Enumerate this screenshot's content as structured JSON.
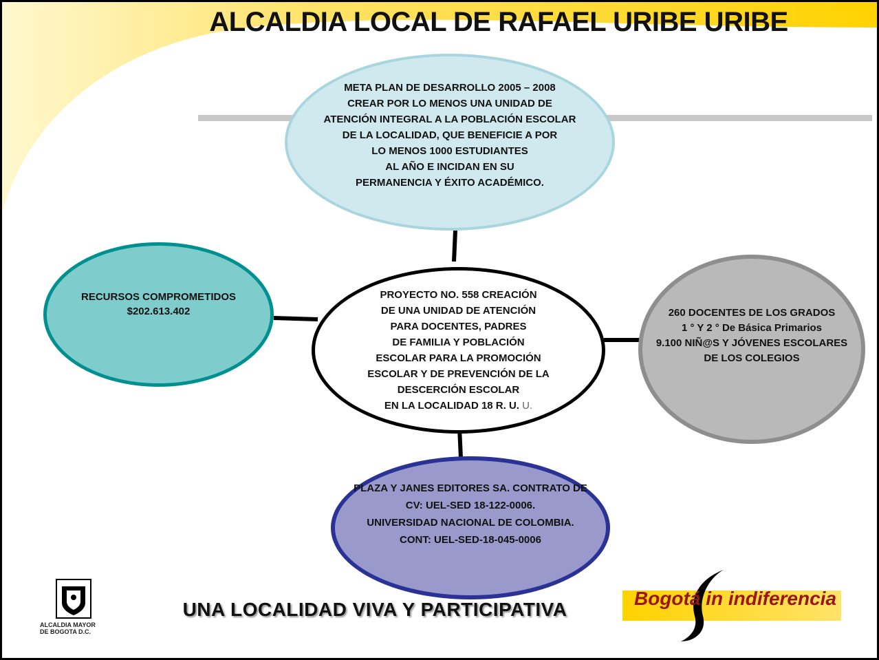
{
  "header": {
    "title": "ALCALDIA LOCAL DE RAFAEL URIBE URIBE"
  },
  "diagram": {
    "meta_node": "META PLAN DE DESARROLLO 2005 – 2008\nCREAR POR LO MENOS UNA UNIDAD DE\nATENCIÓN INTEGRAL A LA POBLACIÓN ESCOLAR\nDE LA LOCALIDAD, QUE BENEFICIE A POR\nLO MENOS  1000 ESTUDIANTES\nAL AÑO E INCIDAN EN SU\nPERMANENCIA Y ÉXITO ACADÉMICO.",
    "center_node": "PROYECTO NO. 558 CREACIÓN\nDE UNA UNIDAD DE ATENCIÓN\nPARA DOCENTES, PADRES\nDE FAMILIA Y POBLACIÓN\nESCOLAR  PARA LA PROMOCIÓN\nESCOLAR Y DE PREVENCIÓN  DE LA\nDESCERCIÓN ESCOLAR\nEN LA LOCALIDAD 18 R. U.",
    "center_node_tail": " U.",
    "recursos_node": "RECURSOS COMPROMETIDOS\n$202.613.402",
    "docentes_node": "260  DOCENTES DE LOS GRADOS\n1 ° Y 2 ° De Básica Primarios\n9.100 NIÑ@S Y  JÓVENES ESCOLARES\nDE LOS COLEGIOS",
    "plaza_node": "PLAZA Y JANES EDITORES SA. CONTRATO DE\nCV: UEL-SED 18-122-0006.\nUNIVERSIDAD NACIONAL DE COLOMBIA.\nCONT: UEL-SED-18-045-0006"
  },
  "footer": {
    "slogan": "UNA LOCALIDAD VIVA Y PARTICIPATIVA",
    "alcaldia_logo_text": "ALCALDIA MAYOR\nDE BOGOTA D.C.",
    "bogota_logo_text": "Bogotá in indiferencia"
  },
  "colors": {
    "banner_yellow": "#ffe15a",
    "meta_fill": "#cfe9ef",
    "recursos_fill": "#7fcccc",
    "docentes_fill": "#b9b9b9",
    "plaza_fill": "#9999cc",
    "plaza_border": "#2b3296"
  },
  "icons": [
    "coat-of-arms-icon",
    "bogota-sin-indiferencia-logo"
  ]
}
